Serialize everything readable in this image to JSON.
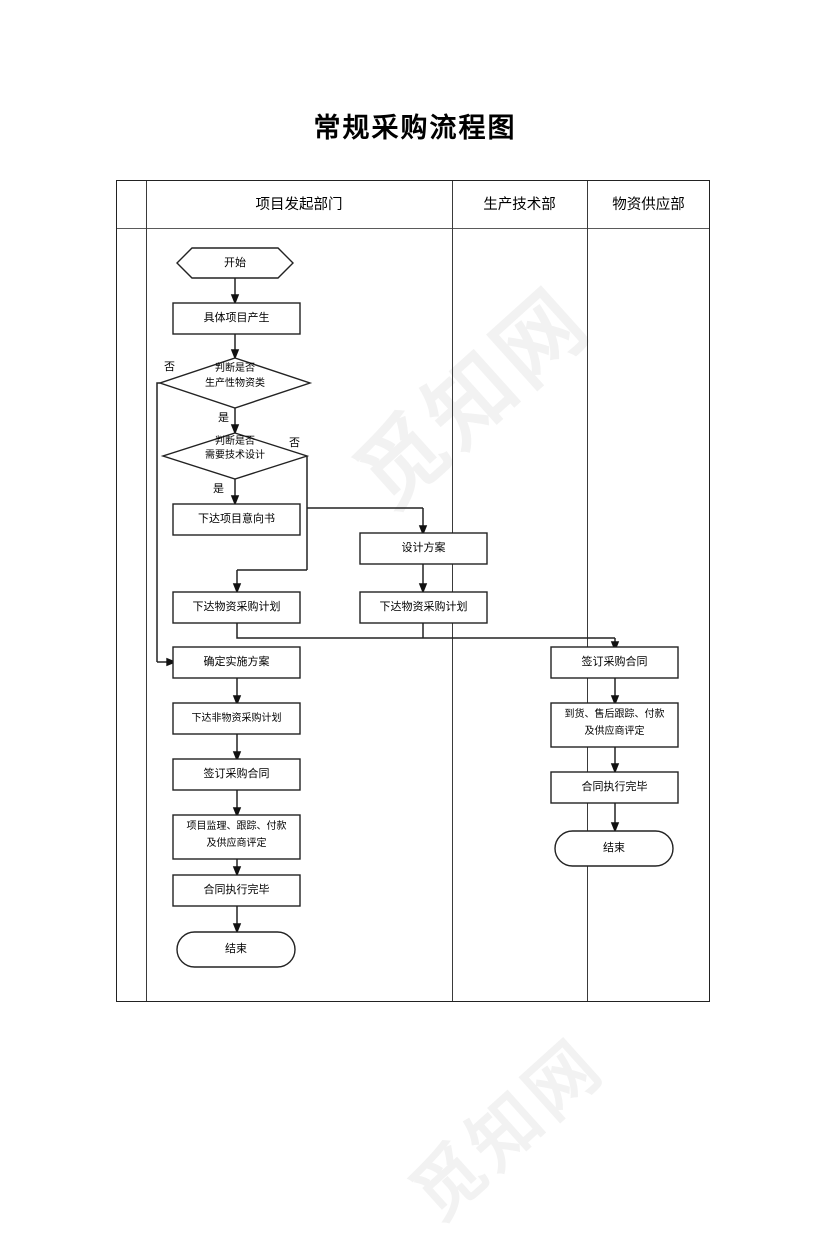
{
  "document": {
    "title": "常规采购流程图",
    "watermark": "觅知网"
  },
  "lanes": [
    {
      "id": "lane-spacer",
      "label": ""
    },
    {
      "id": "lane-project-initiation",
      "label": "项目发起部门"
    },
    {
      "id": "lane-production-technology",
      "label": "生产技术部"
    },
    {
      "id": "lane-material-supply",
      "label": "物资供应部"
    }
  ],
  "nodes": {
    "start_1": "开始",
    "project_created": "具体项目产生",
    "decide_production_material_line1": "判断是否",
    "decide_production_material_line2": "生产性物资类",
    "decide_need_design_line1": "判断是否",
    "decide_need_design_line2": "需要技术设计",
    "issue_project_intent": "下达项目意向书",
    "design_plan": "设计方案",
    "issue_material_plan_col1": "下达物资采购计划",
    "issue_material_plan_col2": "下达物资采购计划",
    "confirm_implementation_plan": "确定实施方案",
    "issue_nonmaterial_plan": "下达非物资采购计划",
    "sign_contract_col1": "签订采购合同",
    "supervise_track_pay_line1": "项目监理、跟踪、付款",
    "supervise_track_pay_line2": "及供应商评定",
    "contract_complete_col1": "合同执行完毕",
    "end_col1": "结束",
    "sign_contract_col3": "签订采购合同",
    "arrival_aftersale_pay_line1": "到货、售后跟踪、付款",
    "arrival_aftersale_pay_line2": "及供应商评定",
    "contract_complete_col3": "合同执行完毕",
    "end_col3": "结束"
  },
  "edge_labels": {
    "no_production_material": "否",
    "yes_production_material": "是",
    "no_need_design": "否",
    "yes_need_design": "是"
  },
  "colors": {
    "stroke": "#222222",
    "table_border": "#222222",
    "lane_divider": "#3a3a3a",
    "text": "#000000",
    "background": "#ffffff",
    "watermark": "#f2f2f2"
  }
}
